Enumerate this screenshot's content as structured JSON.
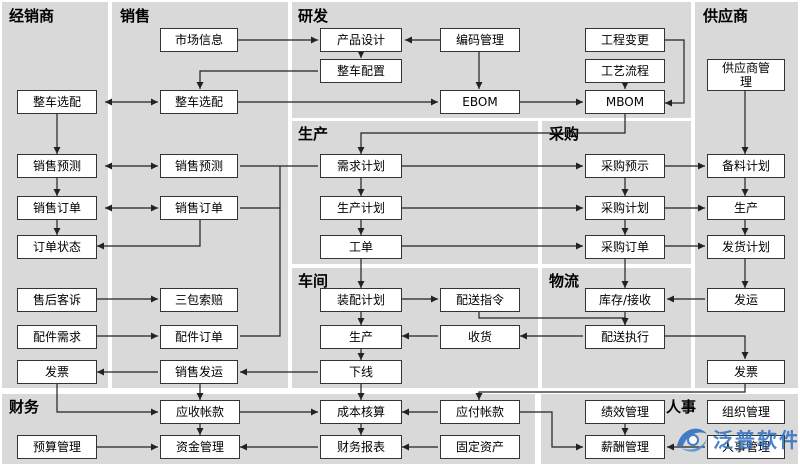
{
  "regions": {
    "dealer": "经销商",
    "sales": "销售",
    "rnd": "研发",
    "production": "生产",
    "purchasing": "采购",
    "workshop": "车间",
    "logistics": "物流",
    "supplier": "供应商",
    "finance": "财务",
    "hr": "人事"
  },
  "nodes": {
    "d_vehicle_select": "整车选配",
    "d_sales_forecast": "销售预测",
    "d_sales_order": "销售订单",
    "d_order_status": "订单状态",
    "d_after_sales": "售后客诉",
    "d_parts_demand": "配件需求",
    "d_invoice": "发票",
    "s_market_info": "市场信息",
    "s_vehicle_select": "整车选配",
    "s_sales_forecast": "销售预测",
    "s_sales_order": "销售订单",
    "s_warranty": "三包索赔",
    "s_parts_order": "配件订单",
    "s_sales_delivery": "销售发运",
    "r_product_design": "产品设计",
    "r_vehicle_config": "整车配置",
    "r_coding": "编码管理",
    "r_ebom": "EBOM",
    "r_eng_change": "工程变更",
    "r_process_flow": "工艺流程",
    "r_mbom": "MBOM",
    "p_demand_plan": "需求计划",
    "p_production_plan": "生产计划",
    "p_work_order": "工单",
    "pu_forecast": "采购预示",
    "pu_plan": "采购计划",
    "pu_order": "采购订单",
    "w_assembly_plan": "装配计划",
    "w_dispatch_cmd": "配送指令",
    "w_production": "生产",
    "w_receiving": "收货",
    "w_offline": "下线",
    "l_inventory": "库存/接收",
    "l_dispatch_exec": "配送执行",
    "sp_supplier_mgmt": "供应商管理",
    "sp_material_plan": "备料计划",
    "sp_production": "生产",
    "sp_shipping_plan": "发货计划",
    "sp_shipping": "发运",
    "sp_invoice": "发票",
    "f_receivables": "应收帐款",
    "f_cost_accounting": "成本核算",
    "f_payables": "应付帐款",
    "f_budget": "预算管理",
    "f_funds": "资金管理",
    "f_reports": "财务报表",
    "f_fixed_assets": "固定资产",
    "h_performance": "绩效管理",
    "h_salary": "薪酬管理",
    "h_organization": "组织管理",
    "h_personnel": "人事管理"
  },
  "logo": {
    "text": "泛普软件"
  },
  "colors": {
    "region_bg": "#d9d9d9",
    "box_border": "#333333",
    "arrow": "#222222",
    "logo_blue": "#2e6fc0"
  }
}
